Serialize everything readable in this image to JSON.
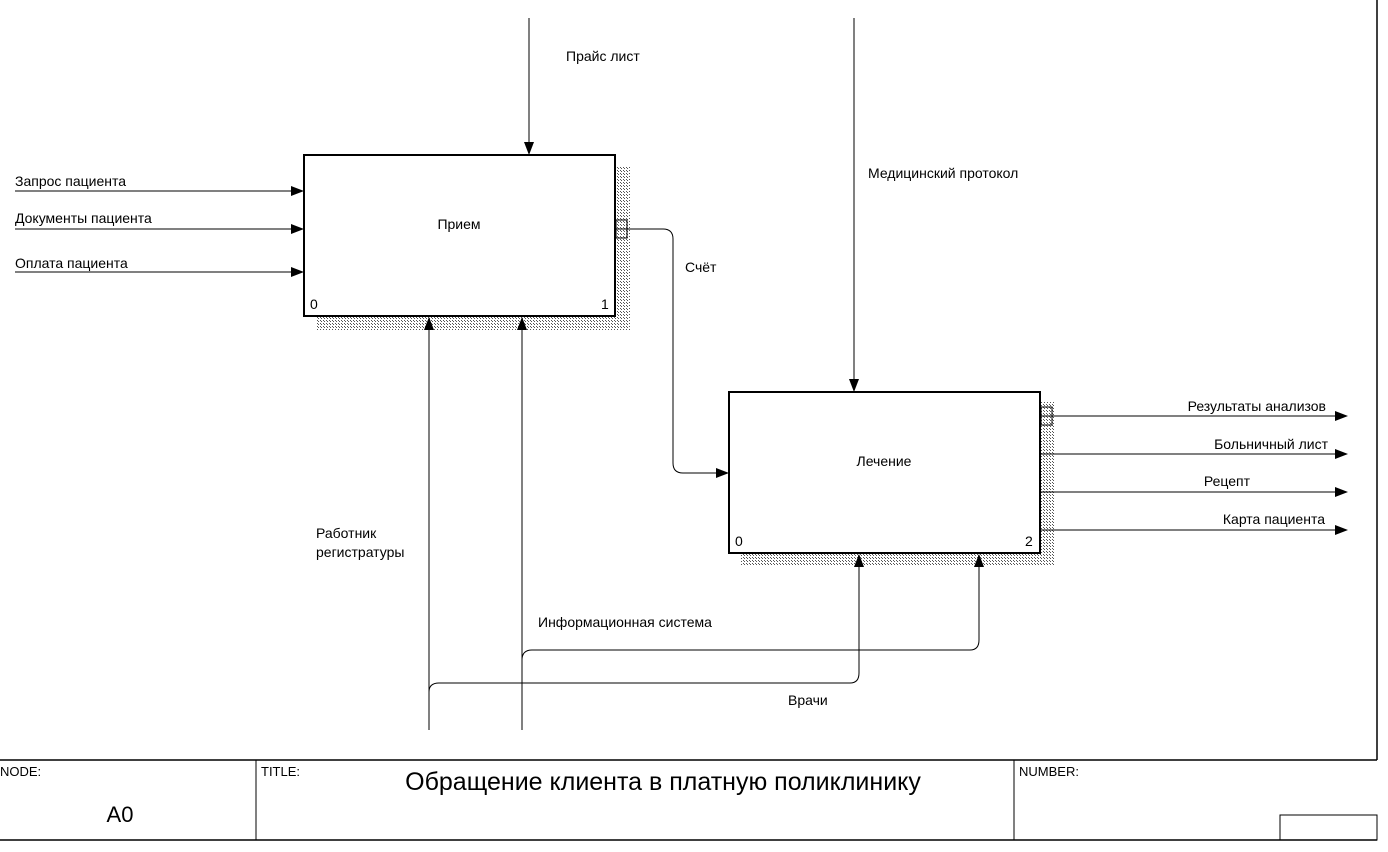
{
  "diagram": {
    "blocks": [
      {
        "id": "priem",
        "title": "Прием",
        "left_number": "0",
        "right_number": "1"
      },
      {
        "id": "lechenie",
        "title": "Лечение",
        "left_number": "0",
        "right_number": "2"
      }
    ],
    "arrows": {
      "price_list": "Прайс лист",
      "med_protocol": "Медицинский протокол",
      "patient_request": "Запрос пациента",
      "patient_documents": "Документы пациента",
      "patient_payment": "Оплата пациента",
      "invoice": "Счёт",
      "registry_worker_line1": "Работник",
      "registry_worker_line2": "регистратуры",
      "info_system": "Информационная система",
      "doctors": "Врачи",
      "analysis_results": "Результаты анализов",
      "sick_leave": "Больничный лист",
      "prescription": "Рецепт",
      "patient_card": "Карта пациента"
    }
  },
  "frame": {
    "node_label": "NODE:",
    "node_value": "A0",
    "title_label": "TITLE:",
    "title_value": "Обращение клиента в платную поликлинику",
    "number_label": "NUMBER:",
    "number_value": ""
  }
}
